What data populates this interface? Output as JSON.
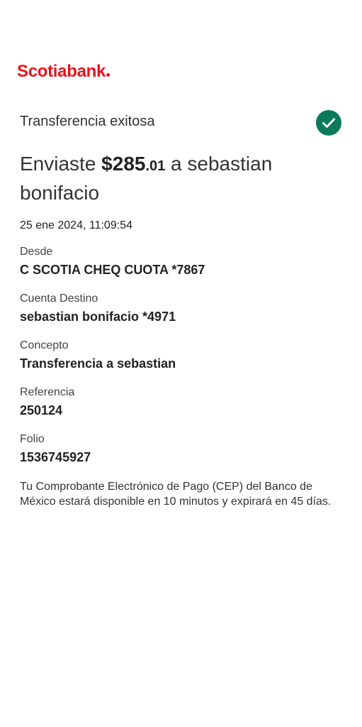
{
  "brand": {
    "logo_text": "Scotiabank",
    "color": "#ec111a"
  },
  "status": {
    "text": "Transferencia exitosa",
    "icon": "check-circle-icon",
    "icon_color": "#0b7a5c"
  },
  "summary": {
    "prefix": "Enviaste ",
    "amount_main": "$285",
    "amount_cents": ".01",
    "suffix": " a sebastian bonifacio"
  },
  "datetime": "25 ene 2024, 11:09:54",
  "details": {
    "from": {
      "label": "Desde",
      "value": "C SCOTIA CHEQ CUOTA *7867"
    },
    "destination": {
      "label": "Cuenta Destino",
      "value": "sebastian bonifacio *4971"
    },
    "concept": {
      "label": "Concepto",
      "value": "Transferencia a sebastian"
    },
    "reference": {
      "label": "Referencia",
      "value": "250124"
    },
    "folio": {
      "label": "Folio",
      "value": "1536745927"
    }
  },
  "note": "Tu Comprobante Electrónico de Pago (CEP) del Banco de México estará disponible en 10 minutos y expirará en 45 días."
}
